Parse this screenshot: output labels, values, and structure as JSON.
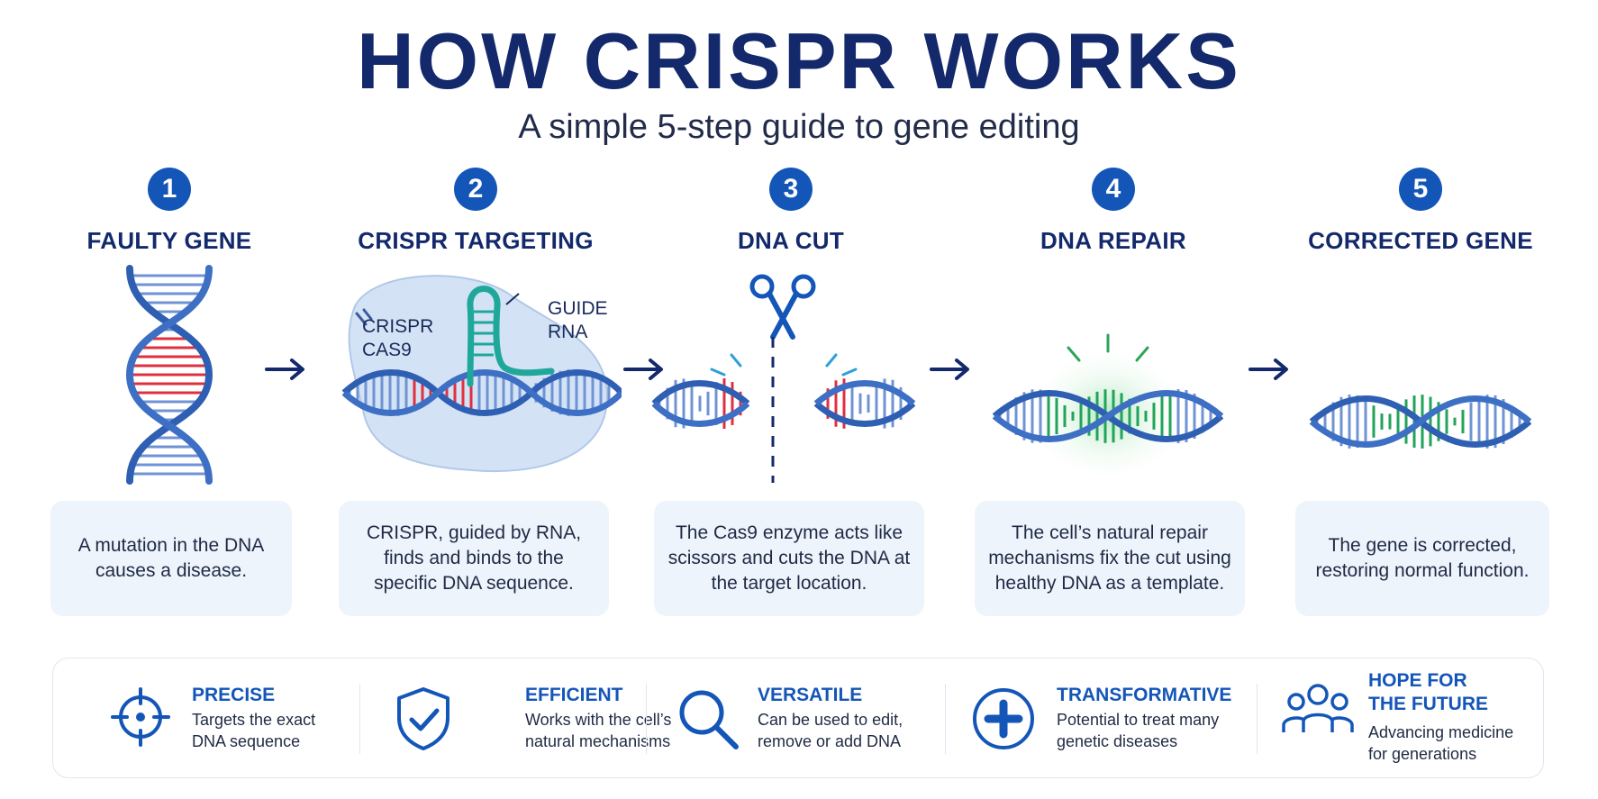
{
  "header": {
    "title": "HOW CRISPR WORKS",
    "subtitle": "A simple 5-step guide to gene editing"
  },
  "steps": [
    {
      "number": "1",
      "title": "FAULTY GENE",
      "description": "A mutation in the DNA causes a disease."
    },
    {
      "number": "2",
      "title": "CRISPR TARGETING",
      "description": "CRISPR, guided by RNA, finds and binds to the specific DNA sequence."
    },
    {
      "number": "3",
      "title": "DNA CUT",
      "description": "The Cas9 enzyme acts like scissors and cuts the DNA at the target location."
    },
    {
      "number": "4",
      "title": "DNA REPAIR",
      "description": "The cell’s natural repair mechanisms fix the cut using healthy DNA as a template."
    },
    {
      "number": "5",
      "title": "CORRECTED GENE",
      "description": "The gene is corrected, restoring normal function."
    }
  ],
  "diagram_labels": {
    "cas9": "CRISPR CAS9",
    "guide_rna": "GUIDE RNA"
  },
  "benefits": [
    {
      "title": "PRECISE",
      "description": "Targets the exact DNA sequence",
      "icon": "crosshair-icon"
    },
    {
      "title": "EFFICIENT",
      "description": "Works with the cell’s natural mechanisms",
      "icon": "shield-check-icon"
    },
    {
      "title": "VERSATILE",
      "description": "Can be used to edit, remove or add DNA",
      "icon": "magnifier-icon"
    },
    {
      "title": "TRANSFORMATIVE",
      "description": "Potential to treat many genetic diseases",
      "icon": "plus-circle-icon"
    },
    {
      "title": "HOPE FOR THE FUTURE",
      "description": "Advancing medicine for generations",
      "icon": "people-icon"
    }
  ],
  "colors": {
    "navy": "#13296b",
    "blue": "#1456b8",
    "strand": "#2f5fb3",
    "mutation_red": "#e0303f",
    "healthy_green": "#22a35a",
    "rna_teal": "#1fa89a",
    "panel": "#eef4fc"
  }
}
